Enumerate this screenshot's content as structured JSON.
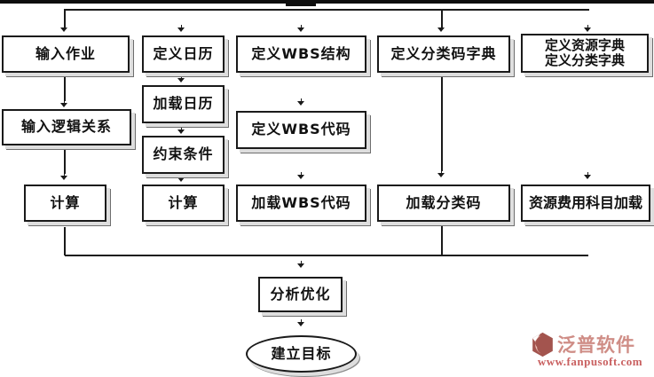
{
  "nodes": {
    "input_job": {
      "label": "输入作业"
    },
    "define_calendar": {
      "label": "定义日历"
    },
    "define_wbs_structure": {
      "label": "定义WBS结构"
    },
    "define_classcode_dict": {
      "label": "定义分类码字典"
    },
    "define_resource_dict": {
      "line1": "定义资源字典",
      "line2": "定义分类字典"
    },
    "input_logic": {
      "label": "输入逻辑关系"
    },
    "load_calendar": {
      "label": "加载日历"
    },
    "constraints": {
      "label": "约束条件"
    },
    "define_wbs_code": {
      "label": "定义WBS代码"
    },
    "calc_left": {
      "label": "计算"
    },
    "calc_mid": {
      "label": "计算"
    },
    "load_wbs_code": {
      "label": "加载WBS代码"
    },
    "load_classcode": {
      "label": "加载分类码"
    },
    "resource_cost_load": {
      "label": "资源费用科目加载"
    },
    "analyze_optimize": {
      "label": "分析优化"
    },
    "build_target": {
      "label": "建立目标"
    }
  },
  "logo": {
    "name": "泛普软件",
    "url": "www.fanpusoft.com",
    "brand_color": "#cf8d86",
    "url_color": "#c96060",
    "icon": "fanpu-hexagon-crescent-icon"
  },
  "colors": {
    "line": "#1a1a1a",
    "box_border": "#1a1a1a",
    "box_fill": "#ffffff",
    "shadow_dark": "#6e6e6e",
    "shadow_light": "#dedede",
    "top_bar": "#0d0d0d"
  }
}
